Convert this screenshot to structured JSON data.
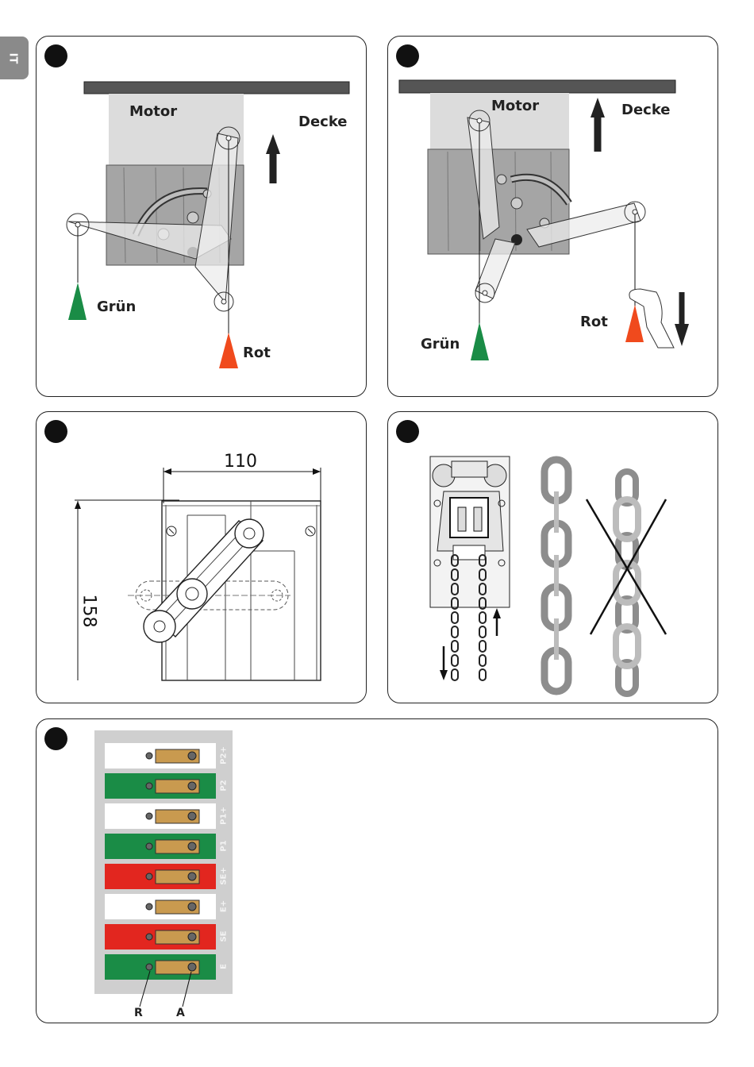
{
  "side_tab": {
    "label": "IT"
  },
  "figure1": {
    "motor": "Motor",
    "ceiling": "Decke",
    "green": "Grün",
    "red": "Rot"
  },
  "figure2": {
    "motor": "Motor",
    "ceiling": "Decke",
    "green": "Grün",
    "red": "Rot"
  },
  "figure3": {
    "width": "110",
    "height": "158"
  },
  "figure5": {
    "terminals": [
      "P2+",
      "P2",
      "P1+",
      "P1",
      "SE+",
      "E+",
      "SE",
      "E"
    ],
    "marker_r": "R",
    "marker_a": "A"
  },
  "colors": {
    "green": "#1a8c46",
    "red": "#e2261f",
    "orange": "#f04a1d",
    "grey_tab": "#8a8a8a"
  }
}
